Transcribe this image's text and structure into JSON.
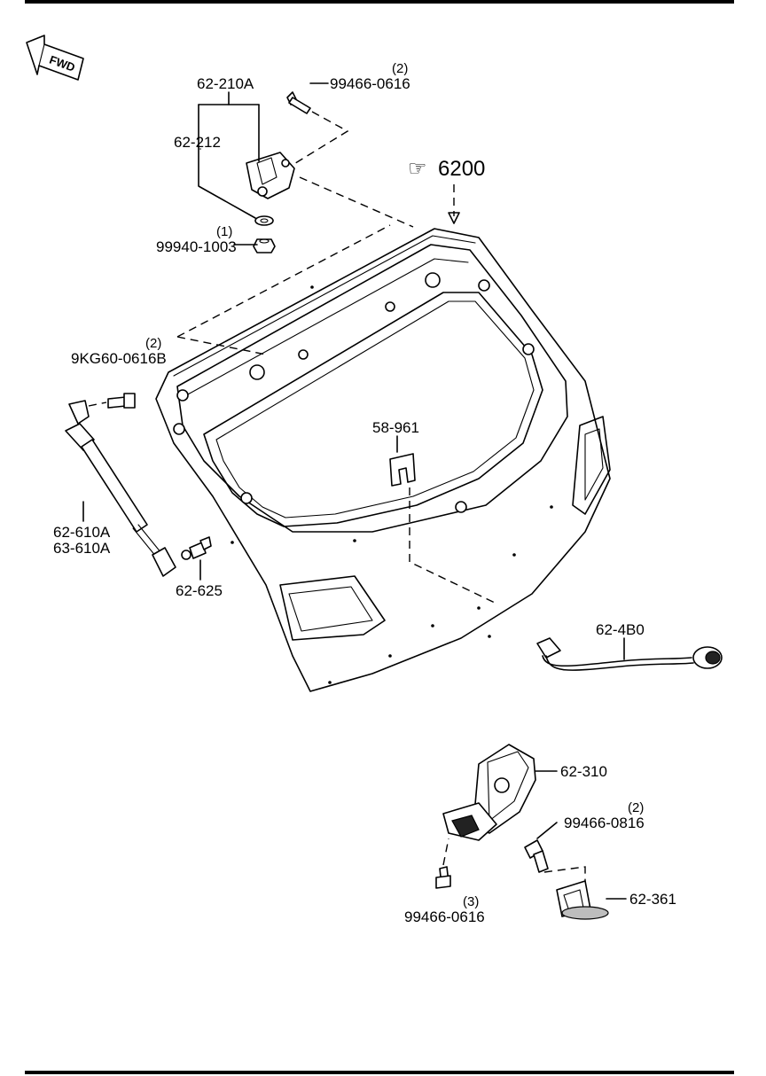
{
  "fwd_label": "FWD",
  "reference": {
    "symbol": "☞",
    "number": "6200"
  },
  "labels": {
    "p62_210A": "62-210A",
    "p62_212": "62-212",
    "p99466_0616_top": "99466-0616",
    "p99466_0616_top_qty": "(2)",
    "p99940_1003": "99940-1003",
    "p99940_1003_qty": "(1)",
    "p9KG60_0616B": "9KG60-0616B",
    "p9KG60_0616B_qty": "(2)",
    "p62_610A": "62-610A",
    "p63_610A": "63-610A",
    "p62_625": "62-625",
    "p58_961": "58-961",
    "p62_4B0": "62-4B0",
    "p62_310": "62-310",
    "p99466_0816": "99466-0816",
    "p99466_0816_qty": "(2)",
    "p62_361": "62-361",
    "p99466_0616_bottom": "99466-0616",
    "p99466_0616_bottom_qty": "(3)"
  }
}
